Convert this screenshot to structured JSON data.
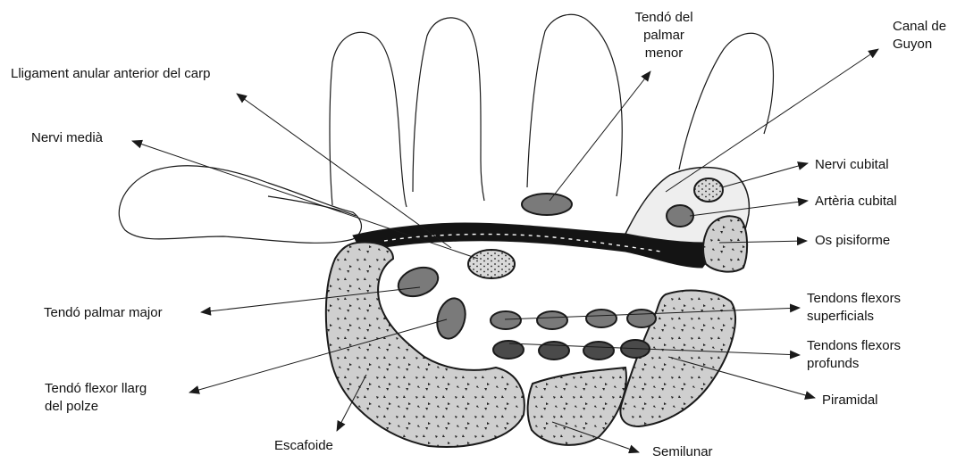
{
  "labels": {
    "lligament": "Lligament anular anterior del carp",
    "nervi_media": "Nervi medià",
    "tendo_palmar_menor": [
      "Tendó del",
      "palmar",
      "menor"
    ],
    "canal_guyon": [
      "Canal de",
      "Guyon"
    ],
    "nervi_cubital": "Nervi cubital",
    "arteria_cubital": "Artèria cubital",
    "os_pisiforme": "Os pisiforme",
    "tendo_palmar_major": "Tendó palmar major",
    "tendons_flexors_superficials": [
      "Tendons flexors",
      "superficials"
    ],
    "tendons_flexors_profunds": [
      "Tendons flexors",
      "profunds"
    ],
    "tendo_flexor_llarg": [
      "Tendó flexor llarg",
      "del polze"
    ],
    "piramidal": "Piramidal",
    "escafoide": "Escafoide",
    "semilunar": "Semilunar"
  },
  "colors": {
    "line": "#1a1a1a",
    "bone_fill": "#cfcfcf",
    "tendon_fill": "#7a7a7a",
    "ligament_fill": "#141414",
    "canal_fill": "#eeeeee"
  }
}
